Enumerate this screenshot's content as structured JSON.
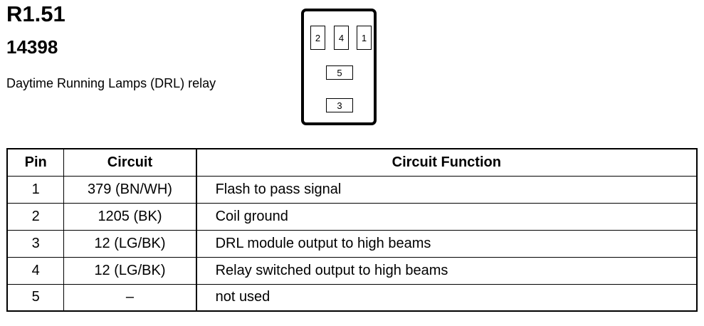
{
  "header": {
    "code": "R1.51",
    "part_number": "14398",
    "description": "Daytime Running Lamps (DRL) relay"
  },
  "connector": {
    "pins": [
      "2",
      "4",
      "1",
      "5",
      "3"
    ]
  },
  "table": {
    "headers": [
      "Pin",
      "Circuit",
      "Circuit Function"
    ],
    "rows": [
      {
        "pin": "1",
        "circuit": "379 (BN/WH)",
        "function": "Flash to pass signal"
      },
      {
        "pin": "2",
        "circuit": "1205 (BK)",
        "function": "Coil ground"
      },
      {
        "pin": "3",
        "circuit": "12 (LG/BK)",
        "function": "DRL module output to high beams"
      },
      {
        "pin": "4",
        "circuit": "12 (LG/BK)",
        "function": "Relay switched output to high beams"
      },
      {
        "pin": "5",
        "circuit": "–",
        "function": "not used"
      }
    ]
  }
}
